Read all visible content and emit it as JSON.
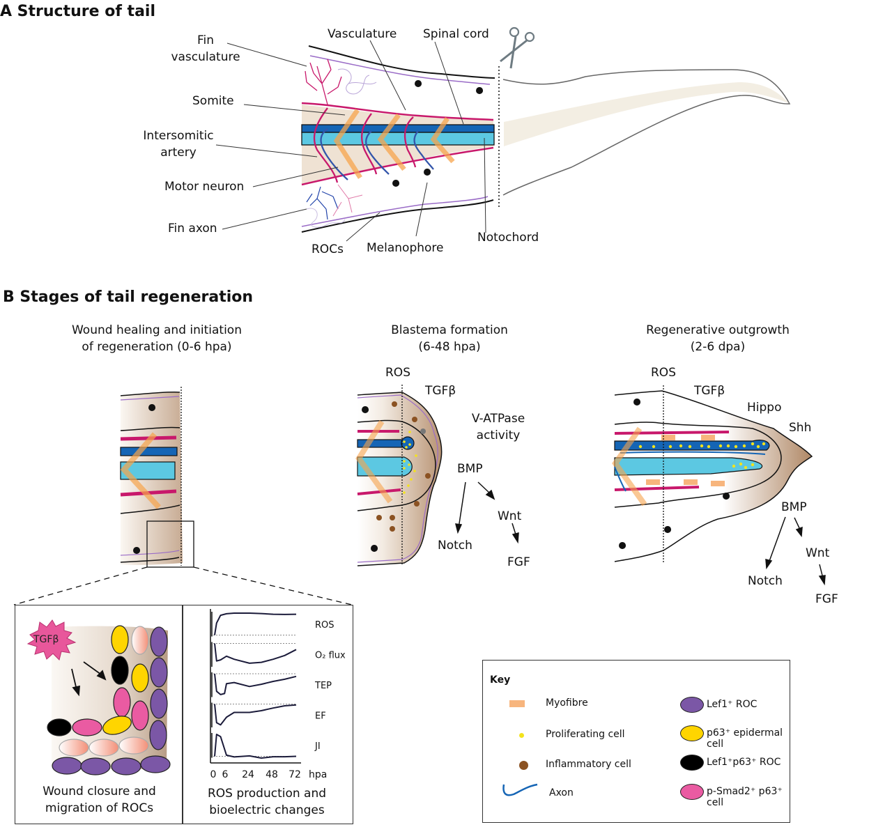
{
  "panel_a": {
    "title": "A Structure of tail",
    "labels": {
      "fin_vasculature": "Fin\nvasculature",
      "fin_vasculature_l1": "Fin",
      "fin_vasculature_l2": "vasculature",
      "somite": "Somite",
      "intersomitic_l1": "Intersomitic",
      "intersomitic_l2": "artery",
      "motor_neuron": "Motor neuron",
      "fin_axon": "Fin axon",
      "vasculature": "Vasculature",
      "spinal_cord": "Spinal cord",
      "rocs": "ROCs",
      "melanophore": "Melanophore",
      "notochord": "Notochord"
    },
    "icons": [
      "scissors-icon"
    ]
  },
  "panel_b": {
    "title": "B  Stages of tail regeneration",
    "stages": [
      {
        "title_l1": "Wound healing and initiation",
        "title_l2": "of regeneration (0-6 hpa)"
      },
      {
        "title_l1": "Blastema formation",
        "title_l2": "(6-48 hpa)",
        "signals": {
          "ros": "ROS",
          "tgfb": "TGFβ",
          "vatpase_l1": "V-ATPase",
          "vatpase_l2": "activity",
          "bmp": "BMP",
          "notch": "Notch",
          "wnt": "Wnt",
          "fgf": "FGF"
        }
      },
      {
        "title_l1": "Regenerative outgrowth",
        "title_l2": "(2-6 dpa)",
        "signals": {
          "ros": "ROS",
          "tgfb": "TGFβ",
          "hippo": "Hippo",
          "shh": "Shh",
          "bmp": "BMP",
          "notch": "Notch",
          "wnt": "Wnt",
          "fgf": "FGF"
        }
      }
    ],
    "inset_left": {
      "badge": "TGFβ",
      "caption_l1": "Wound closure and",
      "caption_l2": "migration of ROCs"
    },
    "inset_right": {
      "caption_l1": "ROS production and",
      "caption_l2": "bioelectric changes"
    }
  },
  "chart_data": {
    "type": "line",
    "title": "ROS production and bioelectric changes",
    "xlabel": "hpa",
    "x_ticks": [
      0,
      6,
      24,
      48,
      72
    ],
    "xlim": [
      0,
      72
    ],
    "ylabel": "",
    "grid": false,
    "legend": "none",
    "note": "Qualitative stacked traces; values are relative (0 = dotted baseline, 1 = top of each row)",
    "series": [
      {
        "name": "ROS",
        "baseline": "bottom",
        "x": [
          0,
          1,
          3,
          6,
          12,
          24,
          36,
          48,
          60,
          72
        ],
        "y": [
          0.0,
          0.55,
          0.9,
          0.97,
          1.0,
          1.0,
          0.98,
          0.95,
          0.94,
          0.95
        ]
      },
      {
        "name": "O2 flux",
        "baseline": "top",
        "x": [
          0,
          1,
          3,
          6,
          12,
          24,
          36,
          48,
          60,
          72
        ],
        "y": [
          1.0,
          0.2,
          0.25,
          0.42,
          0.28,
          0.1,
          0.14,
          0.28,
          0.45,
          0.72
        ]
      },
      {
        "name": "TEP",
        "baseline": "top",
        "x": [
          0,
          1,
          3,
          5,
          6,
          12,
          24,
          36,
          48,
          60,
          72
        ],
        "y": [
          1.0,
          0.2,
          0.05,
          0.1,
          0.55,
          0.6,
          0.42,
          0.52,
          0.65,
          0.75,
          0.88
        ]
      },
      {
        "name": "EF",
        "baseline": "top",
        "x": [
          0,
          1,
          3,
          6,
          12,
          24,
          36,
          48,
          60,
          72
        ],
        "y": [
          1.0,
          0.15,
          0.05,
          0.4,
          0.62,
          0.62,
          0.7,
          0.82,
          0.92,
          0.96
        ]
      },
      {
        "name": "JI",
        "baseline": "bottom",
        "x": [
          0,
          1,
          3,
          6,
          12,
          24,
          36,
          48,
          60,
          72
        ],
        "y": [
          0.0,
          1.0,
          0.9,
          0.05,
          -0.03,
          0.02,
          -0.08,
          -0.02,
          -0.02,
          0.0
        ]
      }
    ],
    "series_labels": [
      "ROS",
      "O₂ flux",
      "TEP",
      "EF",
      "JI"
    ]
  },
  "key": {
    "title": "Key",
    "items_left": [
      {
        "label": "Myofibre",
        "icon": "myofibre-swatch"
      },
      {
        "label": "Proliferating cell",
        "icon": "proliferating-cell-dot"
      },
      {
        "label": "Inflammatory cell",
        "icon": "inflammatory-cell-dot"
      },
      {
        "label": "Axon",
        "icon": "axon-line"
      }
    ],
    "items_right": [
      {
        "label": "Lef1⁺ ROC",
        "color": "#7b57a6"
      },
      {
        "label": "p63⁺ epidermal cell",
        "color": "#ffd500"
      },
      {
        "label": "Lef1⁺p63⁺ ROC",
        "color": "#000000"
      },
      {
        "label": "p-Smad2⁺ p63⁺ cell",
        "color": "#ea5ba2"
      }
    ]
  },
  "colors": {
    "vasculature": "#c8186b",
    "spinal_cord": "#1565b5",
    "notochord": "#5cc8e2",
    "myofibre": "#f7b57d",
    "somite_bg": "#efe2d3",
    "fin_axon": "#7b57a6",
    "motor_neuron": "#3355aa",
    "blastema": "#b08866",
    "proliferating": "#f3e31c",
    "inflammatory": "#8b5222"
  }
}
